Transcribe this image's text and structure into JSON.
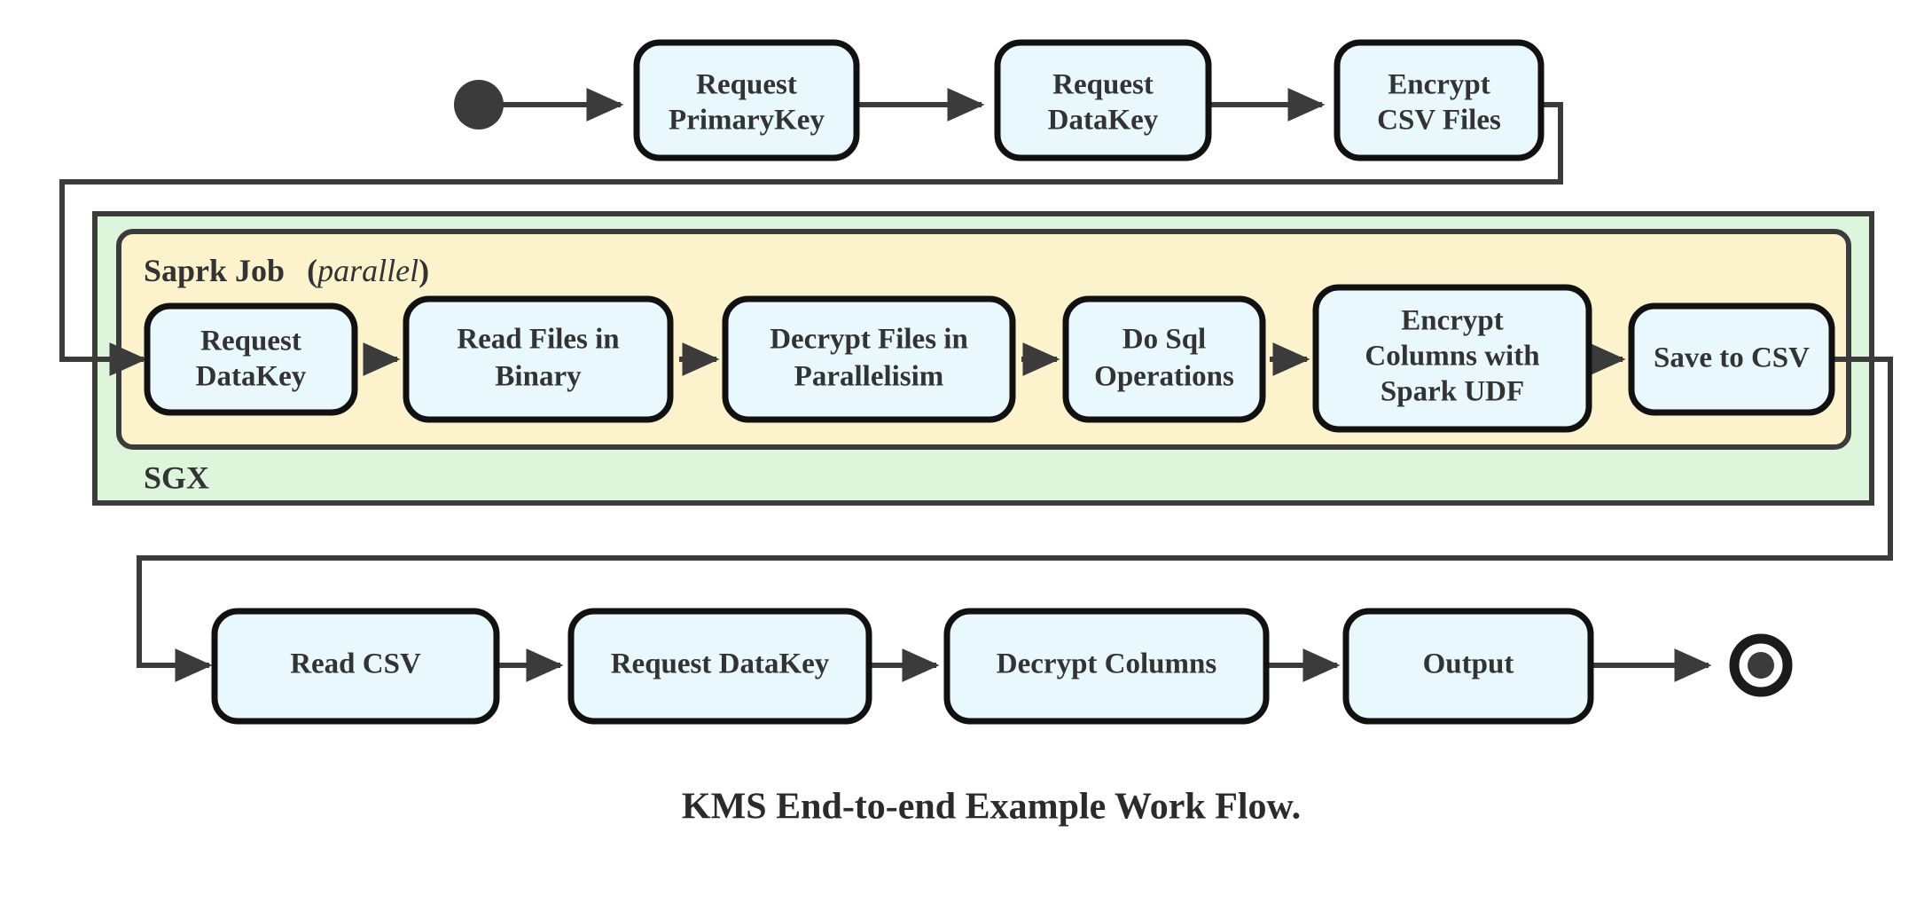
{
  "diagram": {
    "caption": "KMS End-to-end Example Work Flow.",
    "colors": {
      "node_fill": "#E8F8FC",
      "node_stroke": "#111111",
      "sgx_fill": "#DDF5DB",
      "spark_fill": "#FCF3CD",
      "wire": "#3b3b3b",
      "start_node": "#3b3b3b",
      "text": "#333333",
      "background": "#ffffff"
    },
    "start_node": {
      "name": "start-node",
      "shape": "filled-circle"
    },
    "end_node": {
      "name": "end-node",
      "shape": "ring-with-dot"
    },
    "containers": [
      {
        "id": "sgx",
        "label": "SGX",
        "label_suffix": "",
        "fill": "#DDF5DB"
      },
      {
        "id": "spark-job",
        "label": "Saprk Job",
        "label_suffix": "(parallel)",
        "label_suffix_italic_part": "parallel",
        "fill": "#FCF3CD"
      }
    ],
    "rows": {
      "top": {
        "name": "top-row",
        "nodes": [
          {
            "id": "request-primarykey",
            "lines": [
              "Request",
              "PrimaryKey"
            ]
          },
          {
            "id": "request-datakey-top",
            "lines": [
              "Request",
              "DataKey"
            ]
          },
          {
            "id": "encrypt-csv-files",
            "lines": [
              "Encrypt",
              "CSV Files"
            ]
          }
        ]
      },
      "spark": {
        "name": "spark-row",
        "nodes": [
          {
            "id": "request-datakey-spark",
            "lines": [
              "Request",
              "DataKey"
            ]
          },
          {
            "id": "read-files-in-binary",
            "lines": [
              "Read Files in",
              "Binary"
            ]
          },
          {
            "id": "decrypt-files-in-parallelisim",
            "lines": [
              "Decrypt Files in",
              "Parallelisim"
            ]
          },
          {
            "id": "do-sql-operations",
            "lines": [
              "Do Sql",
              "Operations"
            ]
          },
          {
            "id": "encrypt-columns-with-spark-udf",
            "lines": [
              "Encrypt",
              "Columns with",
              "Spark UDF"
            ]
          },
          {
            "id": "save-to-csv",
            "lines": [
              "Save to CSV"
            ]
          }
        ]
      },
      "bottom": {
        "name": "bottom-row",
        "nodes": [
          {
            "id": "read-csv",
            "lines": [
              "Read CSV"
            ]
          },
          {
            "id": "request-datakey-bottom",
            "lines": [
              "Request DataKey"
            ]
          },
          {
            "id": "decrypt-columns",
            "lines": [
              "Decrypt Columns"
            ]
          },
          {
            "id": "output",
            "lines": [
              "Output"
            ]
          }
        ]
      }
    }
  }
}
